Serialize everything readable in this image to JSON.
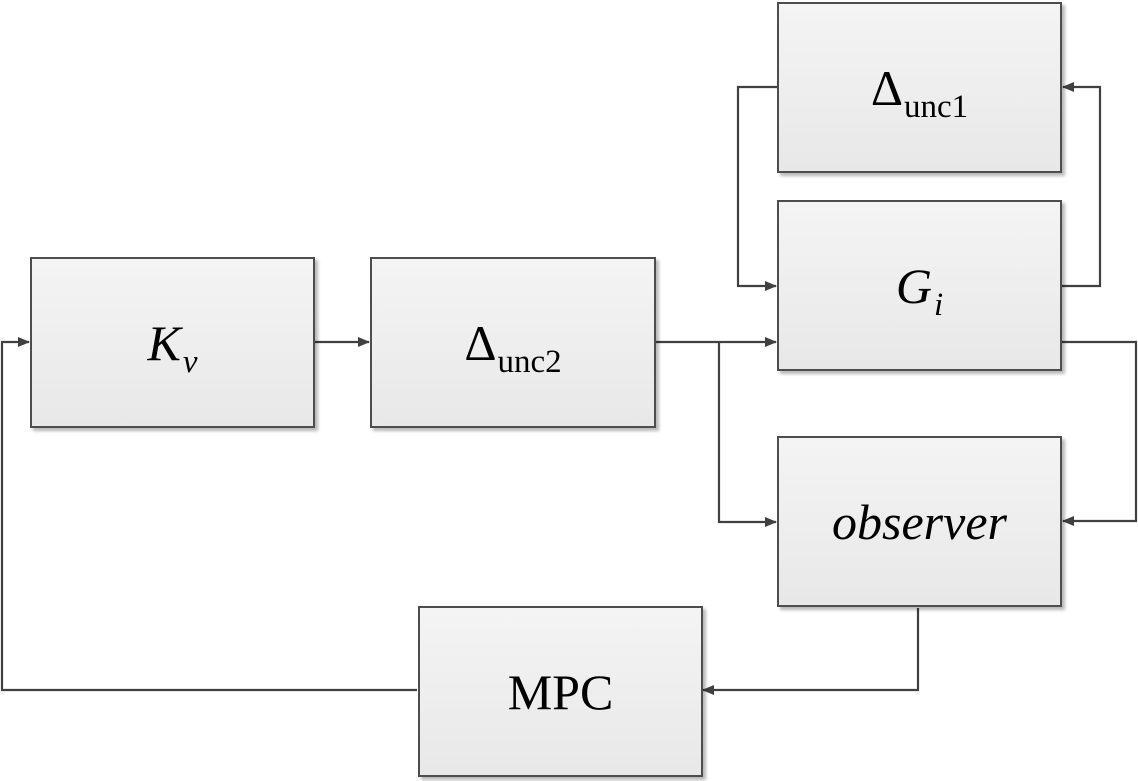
{
  "diagram": {
    "line_color": "#404040",
    "block_border": "#4d4d4d",
    "block_fill": "#ececec",
    "blocks": {
      "kv": {
        "main": "K",
        "sub": "v"
      },
      "dunc2": {
        "main": "Δ",
        "sub": "unc2"
      },
      "dunc1": {
        "main": "Δ",
        "sub": "unc1"
      },
      "gi": {
        "main": "G",
        "sub": "i"
      },
      "observer": {
        "main": "observer"
      },
      "mpc": {
        "main": "MPC"
      }
    }
  }
}
